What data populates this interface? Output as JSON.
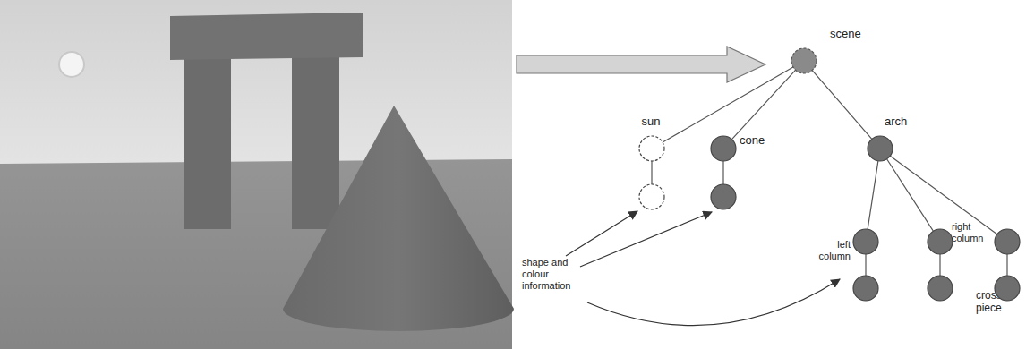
{
  "diagram": {
    "nodes": [
      {
        "text": [
          "scene"
        ]
      },
      {
        "text": [
          "sun"
        ]
      },
      {
        "text": []
      },
      {
        "text": [
          "cone"
        ]
      },
      {
        "text": []
      },
      {
        "text": [
          "arch"
        ]
      },
      {
        "text": [
          "left column"
        ]
      },
      {
        "text": []
      },
      {
        "text": [
          "right column"
        ]
      },
      {
        "text": []
      },
      {
        "text": [
          "cross-piece"
        ]
      },
      {
        "text": []
      }
    ],
    "edges": [
      {
        "from": 0,
        "to": 1,
        "arrow": "none"
      },
      {
        "from": 0,
        "to": 3,
        "arrow": "none"
      },
      {
        "from": 0,
        "to": 5,
        "arrow": "none"
      },
      {
        "from": 1,
        "to": 2,
        "arrow": "none"
      },
      {
        "from": 3,
        "to": 4,
        "arrow": "none"
      },
      {
        "from": 5,
        "to": 6,
        "arrow": "none"
      },
      {
        "from": 5,
        "to": 8,
        "arrow": "none"
      },
      {
        "from": 5,
        "to": 10,
        "arrow": "none"
      },
      {
        "from": 6,
        "to": 7,
        "arrow": "none"
      },
      {
        "from": 8,
        "to": 9,
        "arrow": "none"
      },
      {
        "from": 10,
        "to": 11,
        "arrow": "none"
      }
    ],
    "labels": [
      "shape and colour information"
    ]
  }
}
